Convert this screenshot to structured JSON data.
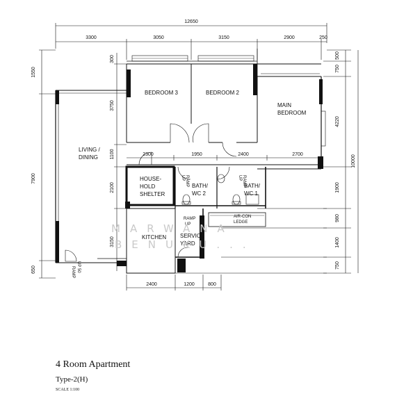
{
  "rooms": {
    "bedroom3": "BEDROOM  3",
    "bedroom2": "BEDROOM  2",
    "main_bedroom_l1": "MAIN",
    "main_bedroom_l2": "BEDROOM",
    "living_l1": "LIVING  /",
    "living_l2": "DINING",
    "shelter_l1": "HOUSE-",
    "shelter_l2": "HOLD",
    "shelter_l3": "SHELTER",
    "bath2_l1": "BATH/",
    "bath2_l2": "WC  2",
    "bath1_l1": "BATH/",
    "bath1_l2": "WC  1",
    "kitchen": "KITCHEN",
    "service_l1": "SERVICE",
    "service_l2": "YARD",
    "aircon_l1": "AIR-CON",
    "aircon_l2": "LEDGE"
  },
  "ramps": {
    "bath2_l1": "RAMP",
    "bath2_l2": "UP",
    "bath1_l1": "RAMP",
    "bath1_l2": "UP",
    "yard_l1": "RAMP",
    "yard_l2": "UP",
    "entry_l1": "RAMP",
    "entry_l2": "UP 50"
  },
  "dimensions": {
    "overall_width": "12650",
    "top": [
      "3300",
      "3050",
      "3150",
      "2900",
      "250"
    ],
    "interior": [
      "2300",
      "1950",
      "2400",
      "2700"
    ],
    "bottom": [
      "2400",
      "1200",
      "800"
    ],
    "left": [
      "1550",
      "7900",
      "650"
    ],
    "left_inner": [
      "300",
      "3750",
      "1100",
      "2100",
      "3150"
    ],
    "right_inner": [
      "500",
      "750",
      "4220",
      "1900",
      "980",
      "1400",
      "750"
    ],
    "overall_depth": "10000"
  },
  "watermark": {
    "line1": "MARWANA",
    "line2": "BENUKU..."
  },
  "caption": {
    "title": "4 Room Apartment",
    "type": "Type-2(H)",
    "scale": "SCALE  1:100"
  }
}
